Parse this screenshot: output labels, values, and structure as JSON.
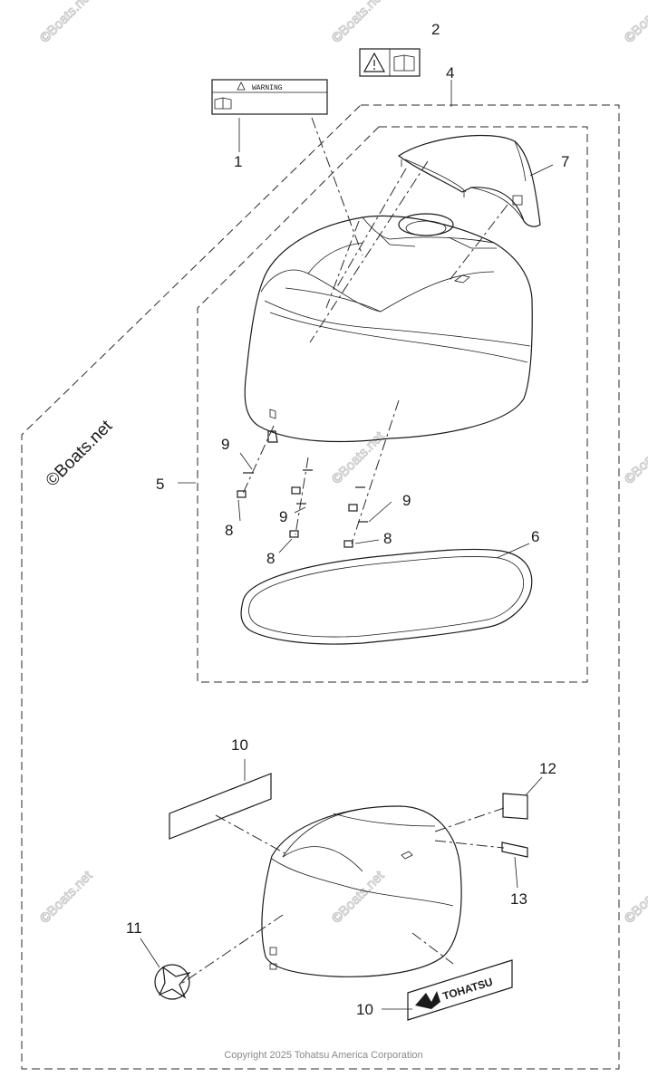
{
  "watermark": {
    "text": "©Boats.net"
  },
  "labels": {
    "warning": "WARNING",
    "brand_decal": "TOHATSU"
  },
  "callouts": {
    "c1": "1",
    "c2": "2",
    "c4": "4",
    "c5": "5",
    "c6": "6",
    "c7": "7",
    "c8a": "8",
    "c8b": "8",
    "c8c": "8",
    "c9a": "9",
    "c9b": "9",
    "c9c": "9",
    "c10a": "10",
    "c10b": "10",
    "c11": "11",
    "c12": "12",
    "c13": "13"
  },
  "footer": {
    "copyright": "Copyright 2025 Tohatsu America Corporation"
  }
}
